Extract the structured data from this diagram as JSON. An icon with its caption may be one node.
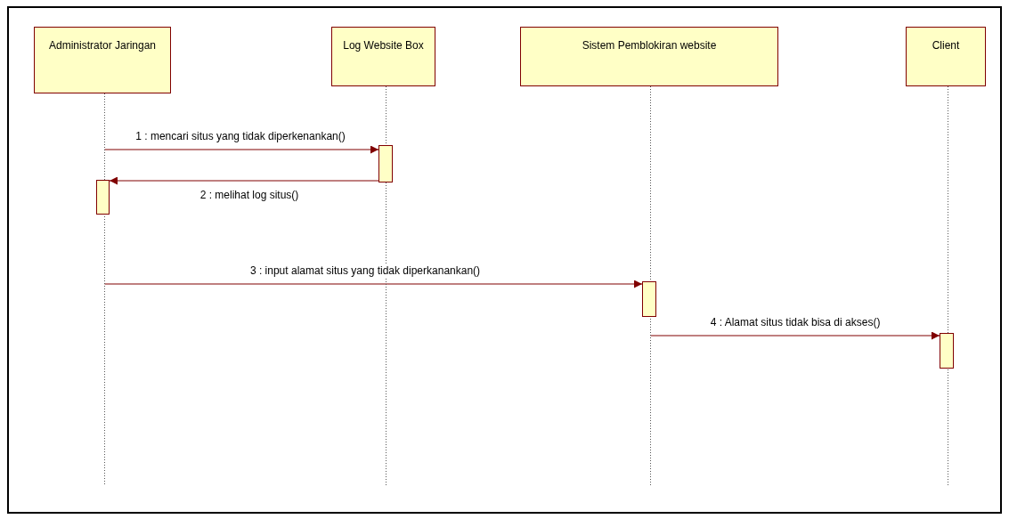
{
  "diagram": {
    "nodes": [
      {
        "text": [
          "Administrator Jaringan"
        ]
      },
      {
        "text": [
          "Log Website Box"
        ]
      },
      {
        "text": [
          "Sistem Pemblokiran website"
        ]
      },
      {
        "text": [
          "Client"
        ]
      },
      {
        "text": [],
        "shape": "line"
      },
      {
        "text": [],
        "shape": "line"
      },
      {
        "text": [],
        "shape": "line"
      },
      {
        "text": [],
        "shape": "line"
      },
      {
        "text": [],
        "shape": "bar"
      },
      {
        "text": [],
        "shape": "bar"
      },
      {
        "text": [],
        "shape": "bar"
      },
      {
        "text": [],
        "shape": "bar"
      }
    ],
    "edges": [
      {
        "from": 4,
        "to": 8,
        "arrow": "to",
        "label": "1 : mencari situs yang tidak diperkenankan()"
      },
      {
        "from": 8,
        "to": 9,
        "arrow": "to",
        "label": "2 : melihat log situs()"
      },
      {
        "from": 4,
        "to": 10,
        "arrow": "to",
        "label": "3 : input alamat situs yang tidak diperkanankan()"
      },
      {
        "from": 6,
        "to": 11,
        "arrow": "to",
        "label": "4 : Alamat situs tidak bisa di akses()"
      }
    ]
  }
}
